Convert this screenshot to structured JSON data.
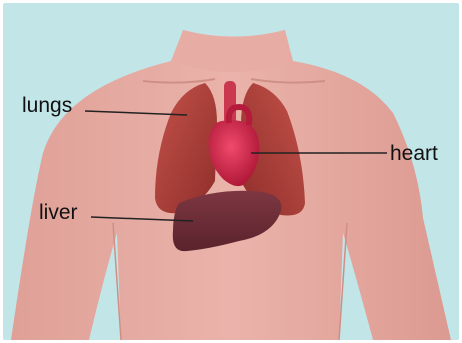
{
  "labels": {
    "lungs": "lungs",
    "heart": "heart",
    "liver": "liver"
  },
  "colors": {
    "background": "#bfe3e6",
    "skin": "#e6a79e",
    "lungs": "#b5413a",
    "heart": "#d1264a",
    "liver": "#6e2e38",
    "leader_line": "#222222"
  }
}
